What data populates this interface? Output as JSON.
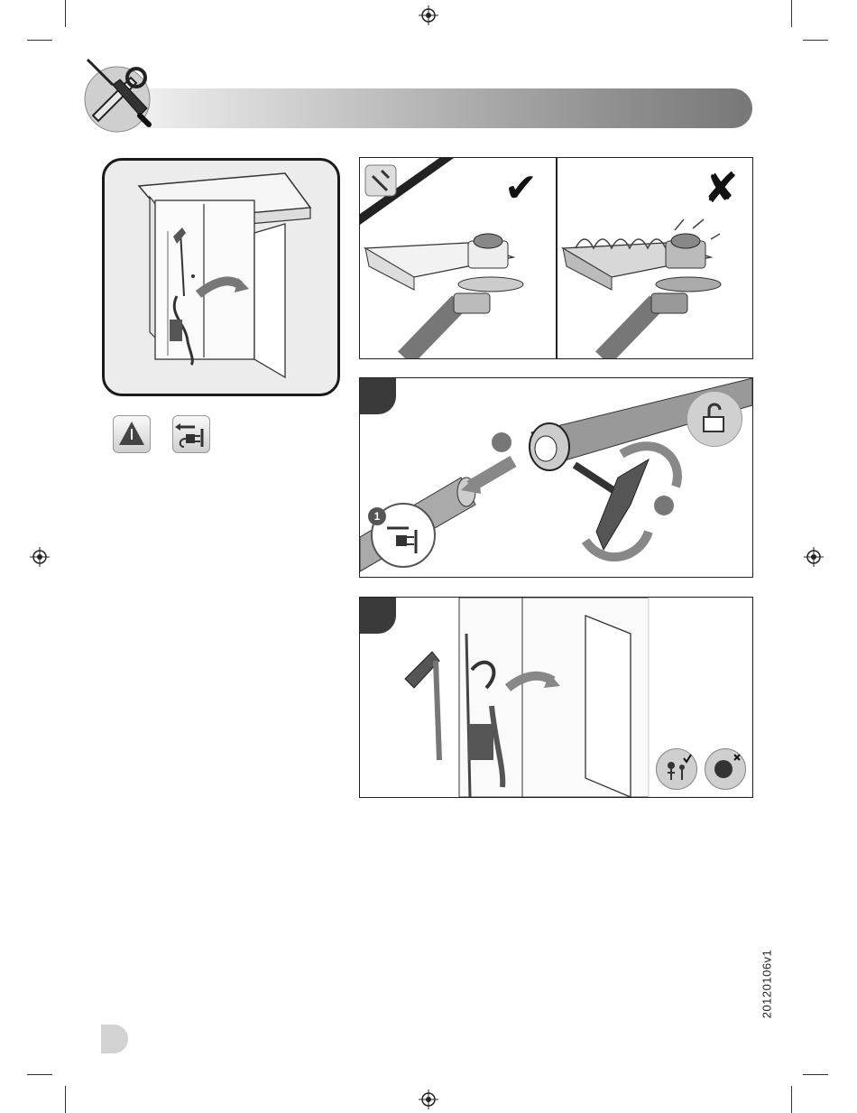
{
  "header": {
    "tools_icon": "screwdriver-wrench-icon"
  },
  "left_column": {
    "storage_figure": "cabinet-hanging-trimmer-illustration",
    "icons": [
      "safety-warning-icon",
      "unplug-icon"
    ]
  },
  "figures": {
    "check_panel": {
      "symbol": "✔",
      "icon": "clean-tool-icon"
    },
    "cross_panel": {
      "symbol": "✘"
    },
    "disassembly_panel": {
      "step_badge": "",
      "step_one_label": "1",
      "icons": [
        "unplug-icon",
        "unlock-icon"
      ]
    },
    "hanging_panel": {
      "step_badge": "",
      "icons": [
        "children-ok-icon",
        "children-forbidden-icon"
      ]
    }
  },
  "footer": {
    "version": "20120106v1"
  },
  "colors": {
    "band_dark": "#777777",
    "panel_border": "#222222",
    "badge": "#3a3a3a"
  }
}
